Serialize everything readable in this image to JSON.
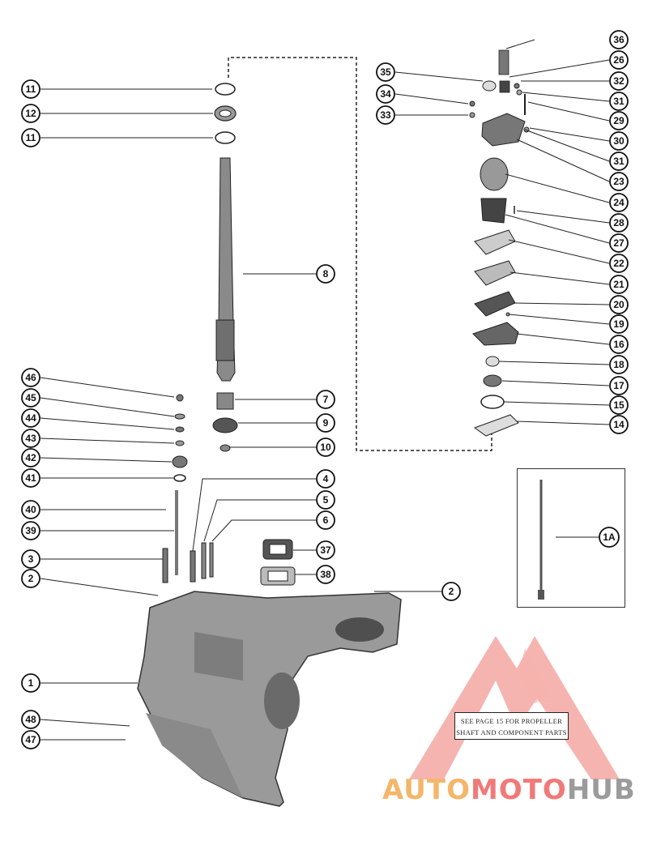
{
  "diagram": {
    "callouts_left": [
      "11",
      "12",
      "11",
      "8",
      "46",
      "45",
      "44",
      "43",
      "42",
      "41",
      "40",
      "39",
      "3",
      "2",
      "1",
      "48",
      "47"
    ],
    "callouts_center": [
      "7",
      "9",
      "10",
      "4",
      "5",
      "6",
      "37",
      "38",
      "2"
    ],
    "callouts_right": [
      "36",
      "26",
      "35",
      "32",
      "34",
      "31",
      "33",
      "29",
      "30",
      "31",
      "23",
      "24",
      "28",
      "27",
      "22",
      "21",
      "20",
      "19",
      "16",
      "18",
      "17",
      "15",
      "14"
    ],
    "inset_callout": "1A",
    "note": {
      "line1": "SEE PAGE 15 FOR PROPELLER",
      "line2": "SHAFT AND COMPONENT PARTS"
    },
    "watermark": {
      "part1": "AUTO",
      "part2": "MOTO",
      "part3": "HUB",
      "accent": "#f07a78",
      "secondary": "#f4b66a",
      "gray": "#9b9b9b"
    }
  }
}
